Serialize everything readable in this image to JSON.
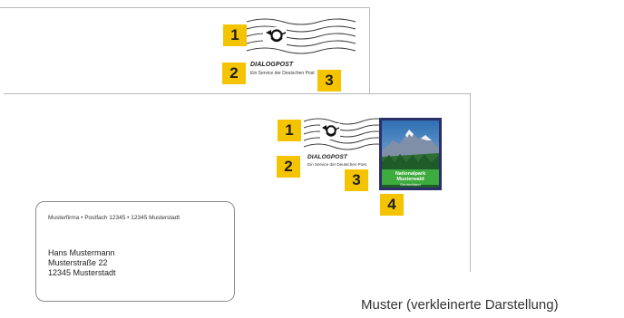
{
  "markers": {
    "top": [
      "1",
      "2",
      "3"
    ],
    "bottom": [
      "1",
      "2",
      "3",
      "4"
    ]
  },
  "franking": {
    "title": "DIALOGPOST",
    "subtitle": "Ein Service der Deutschen Post"
  },
  "address_window": {
    "sender": "Musterfirma • Postfach 12345 • 12345 Musterstadt",
    "lines": [
      "Hans Mustermann",
      "Musterstraße 22",
      "12345 Musterstadt"
    ]
  },
  "stamp": {
    "title": "Nationalpark Musterwald",
    "subtitle": "Deutschland"
  },
  "caption": "Muster (verkleinerte Darstellung)",
  "colors": {
    "marker": "#f5c400",
    "stamp_frame": "#2b2f6a",
    "stamp_label": "#3eab3e"
  }
}
